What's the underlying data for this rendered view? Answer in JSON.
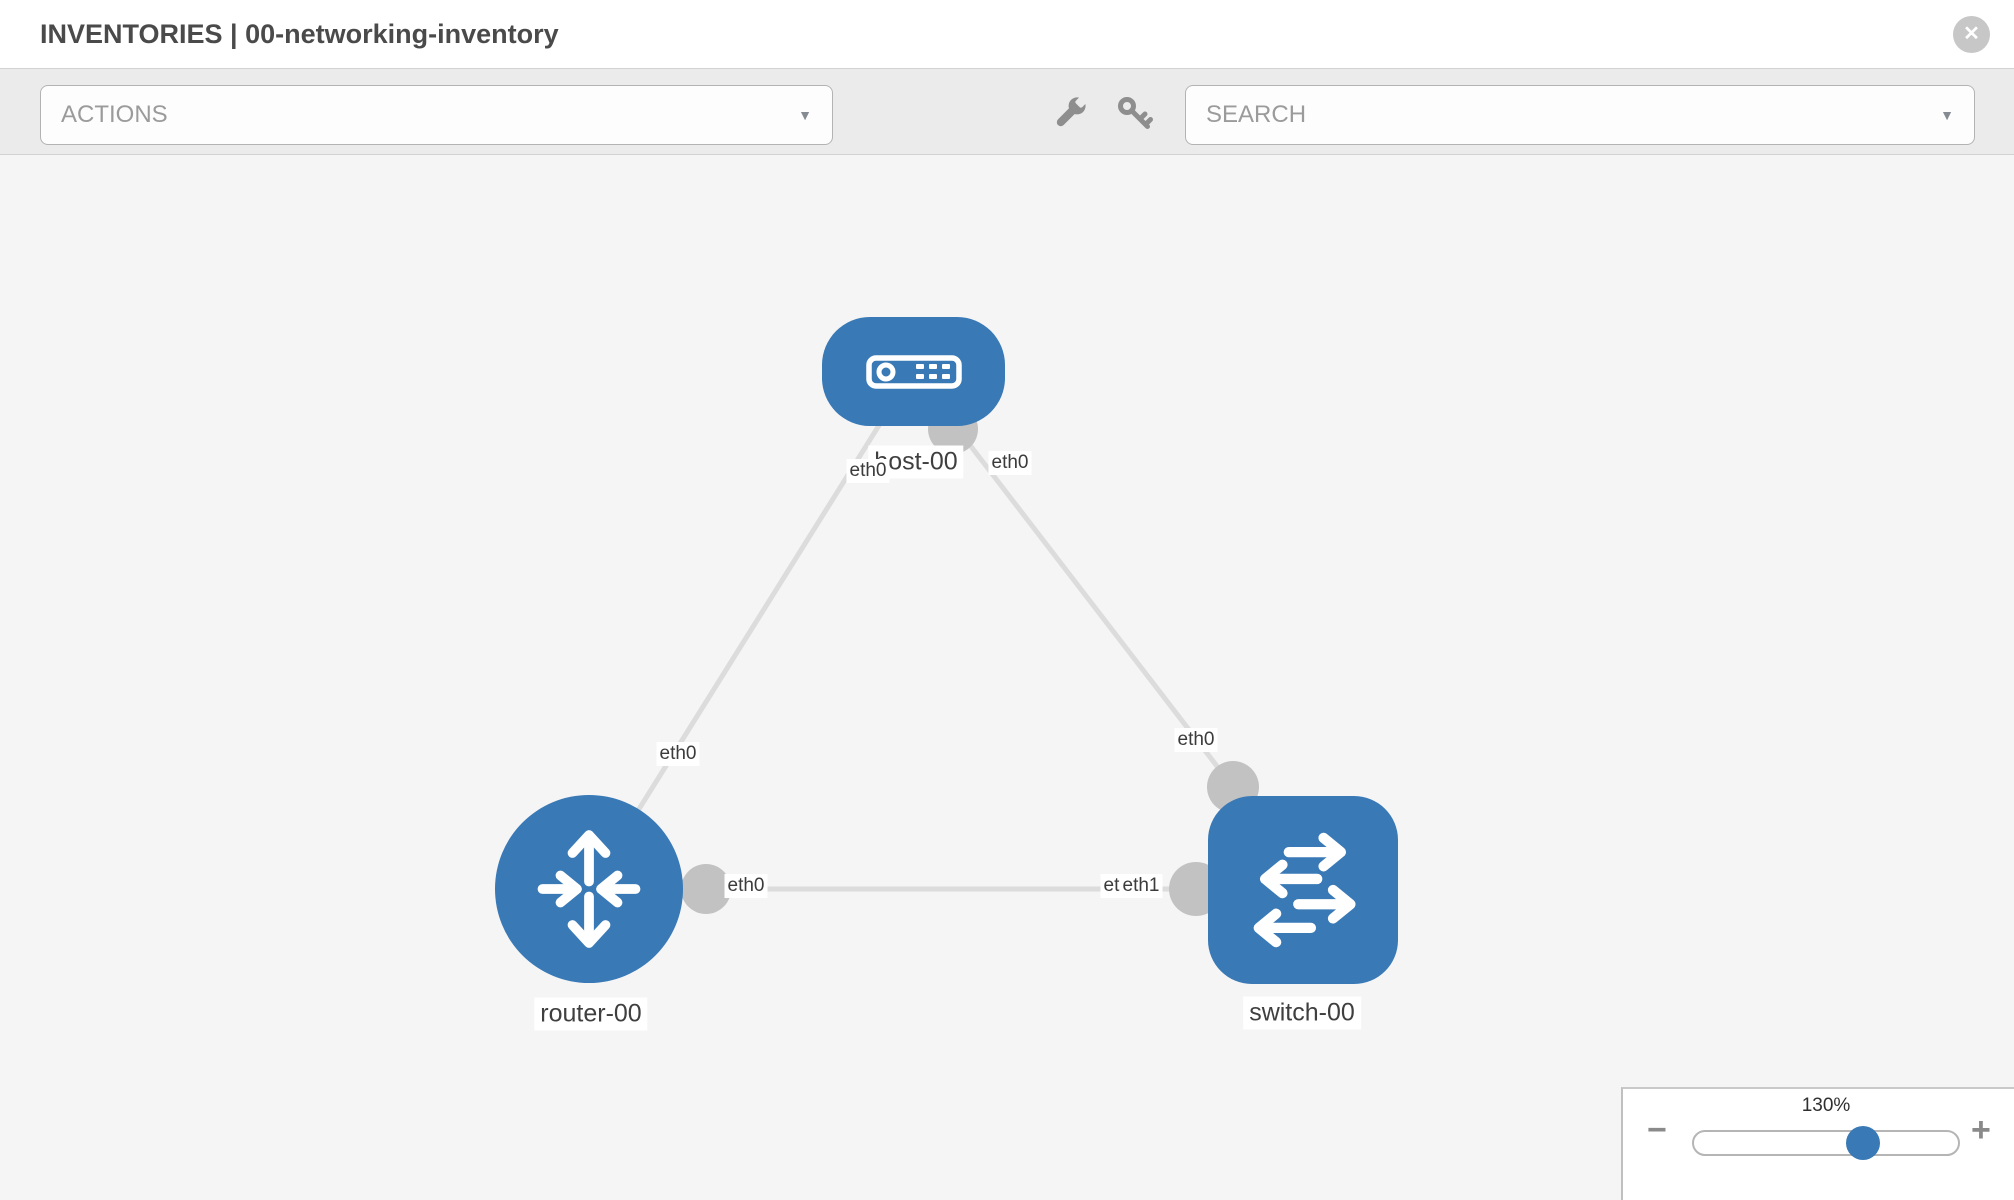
{
  "header": {
    "title": "INVENTORIES | 00-networking-inventory"
  },
  "toolbar": {
    "actions_label": "ACTIONS",
    "search_placeholder": "SEARCH",
    "icon_buttons": [
      "wrench-icon",
      "key-icon"
    ]
  },
  "icons": {
    "close_glyph": "✕",
    "caret_glyph": "▼",
    "minus_glyph": "−",
    "plus_glyph": "+"
  },
  "topology": {
    "nodes": [
      {
        "id": "host-00",
        "type": "host",
        "label": "host-00"
      },
      {
        "id": "router-00",
        "type": "router",
        "label": "router-00"
      },
      {
        "id": "switch-00",
        "type": "switch",
        "label": "switch-00"
      }
    ],
    "links": [
      {
        "from": "host-00",
        "to": "router-00",
        "from_iface": "eth0",
        "to_iface": "eth0"
      },
      {
        "from": "host-00",
        "to": "switch-00",
        "from_iface": "eth0",
        "to_iface": "eth0"
      },
      {
        "from": "router-00",
        "to": "switch-00",
        "from_iface": "eth0",
        "to_iface": "eth1",
        "to_iface_overlapped": "eth0"
      }
    ]
  },
  "zoom_control": {
    "level": "130%",
    "thumb_percent": 64
  },
  "colors": {
    "node_blue": "#3879b6",
    "port_gray": "#c2c2c2",
    "link_gray": "#dcdcdc",
    "canvas_bg": "#f5f5f6"
  }
}
